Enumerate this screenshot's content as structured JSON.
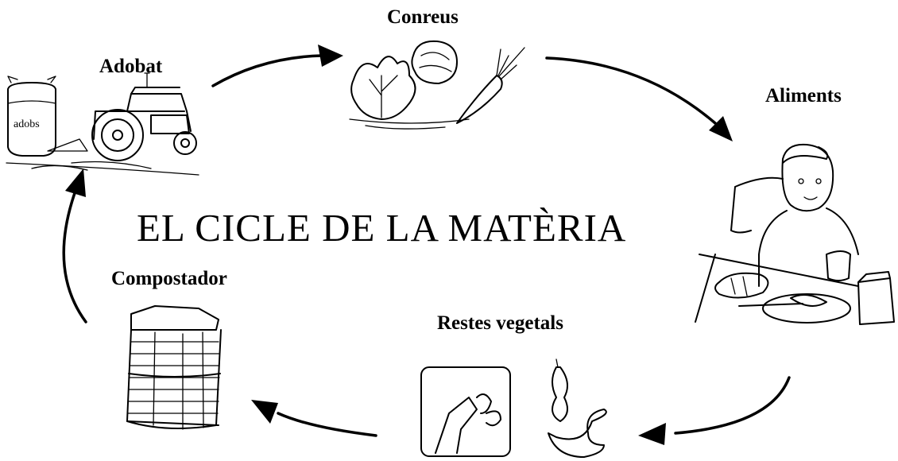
{
  "title": "EL CICLE DE LA MATÈRIA",
  "stages": {
    "adobat": "Adobat",
    "conreus": "Conreus",
    "aliments": "Aliments",
    "restes": "Restes vegetals",
    "compostador": "Compostador"
  },
  "sack_label": "adobs"
}
